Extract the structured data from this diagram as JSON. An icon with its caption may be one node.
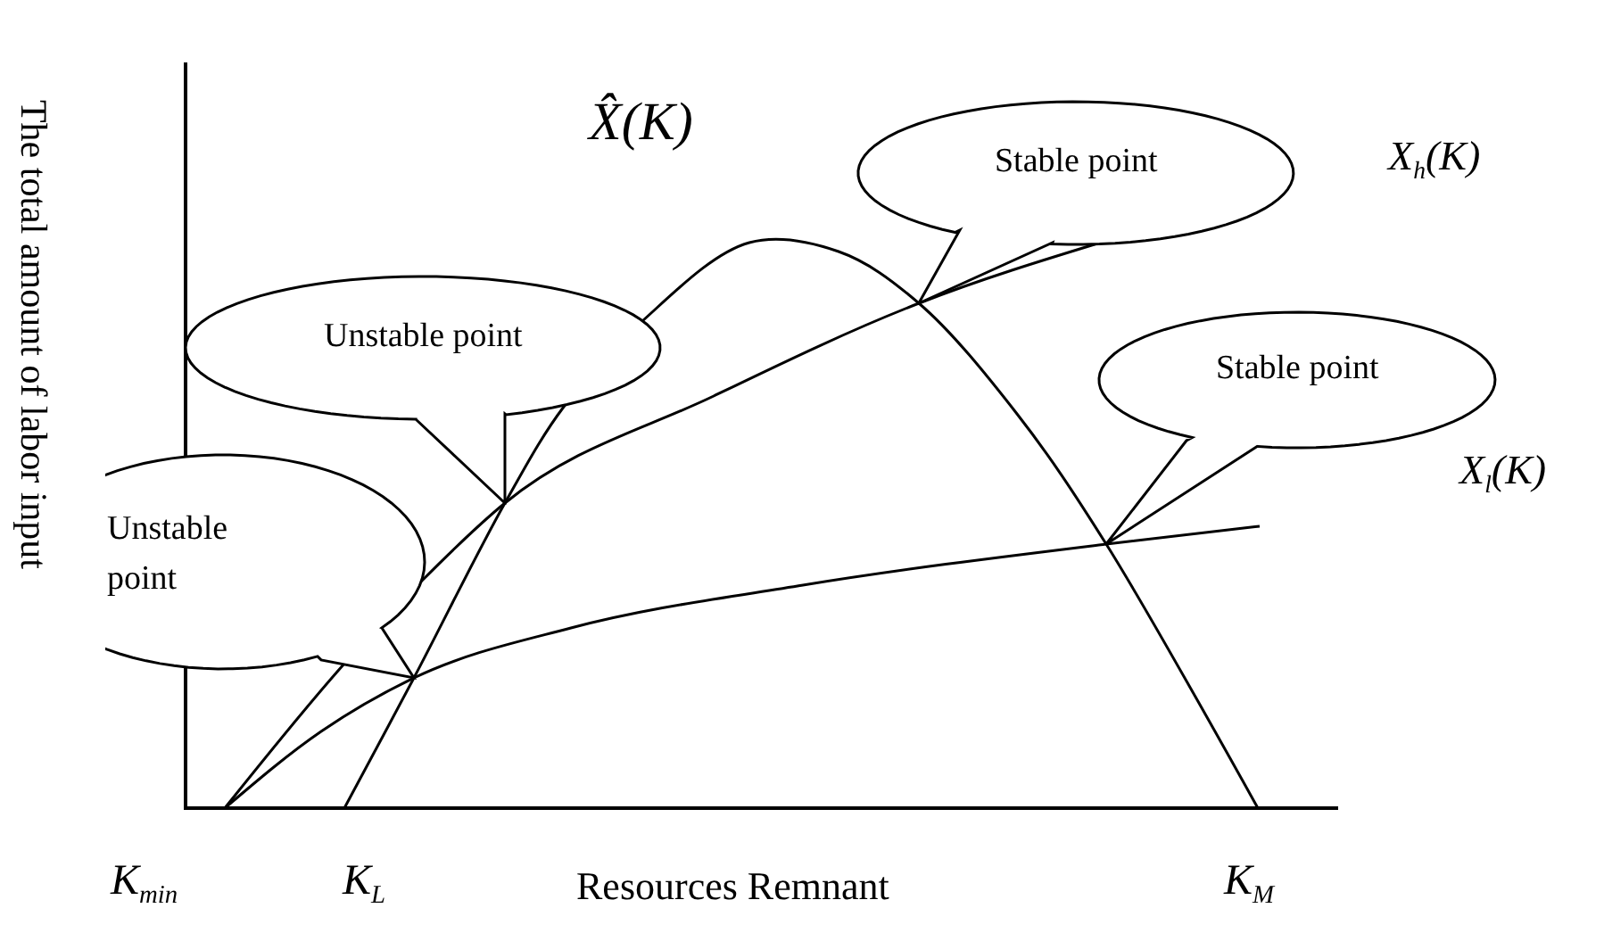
{
  "diagram": {
    "nodes": [
      {
        "text": [
          "Unstable point"
        ]
      },
      {
        "text": [
          "Unstable point"
        ]
      },
      {
        "text": [
          "Stable point"
        ]
      },
      {
        "text": [
          "Stable point"
        ]
      }
    ],
    "labels": [
      "The total amount of labor input",
      "X̂(K)",
      "X$_{h}$(K)",
      "X$_{l}$(K)",
      "K$_{min}$",
      "K$_{L}$",
      "Resources Remnant",
      "K$_{M}$"
    ]
  }
}
